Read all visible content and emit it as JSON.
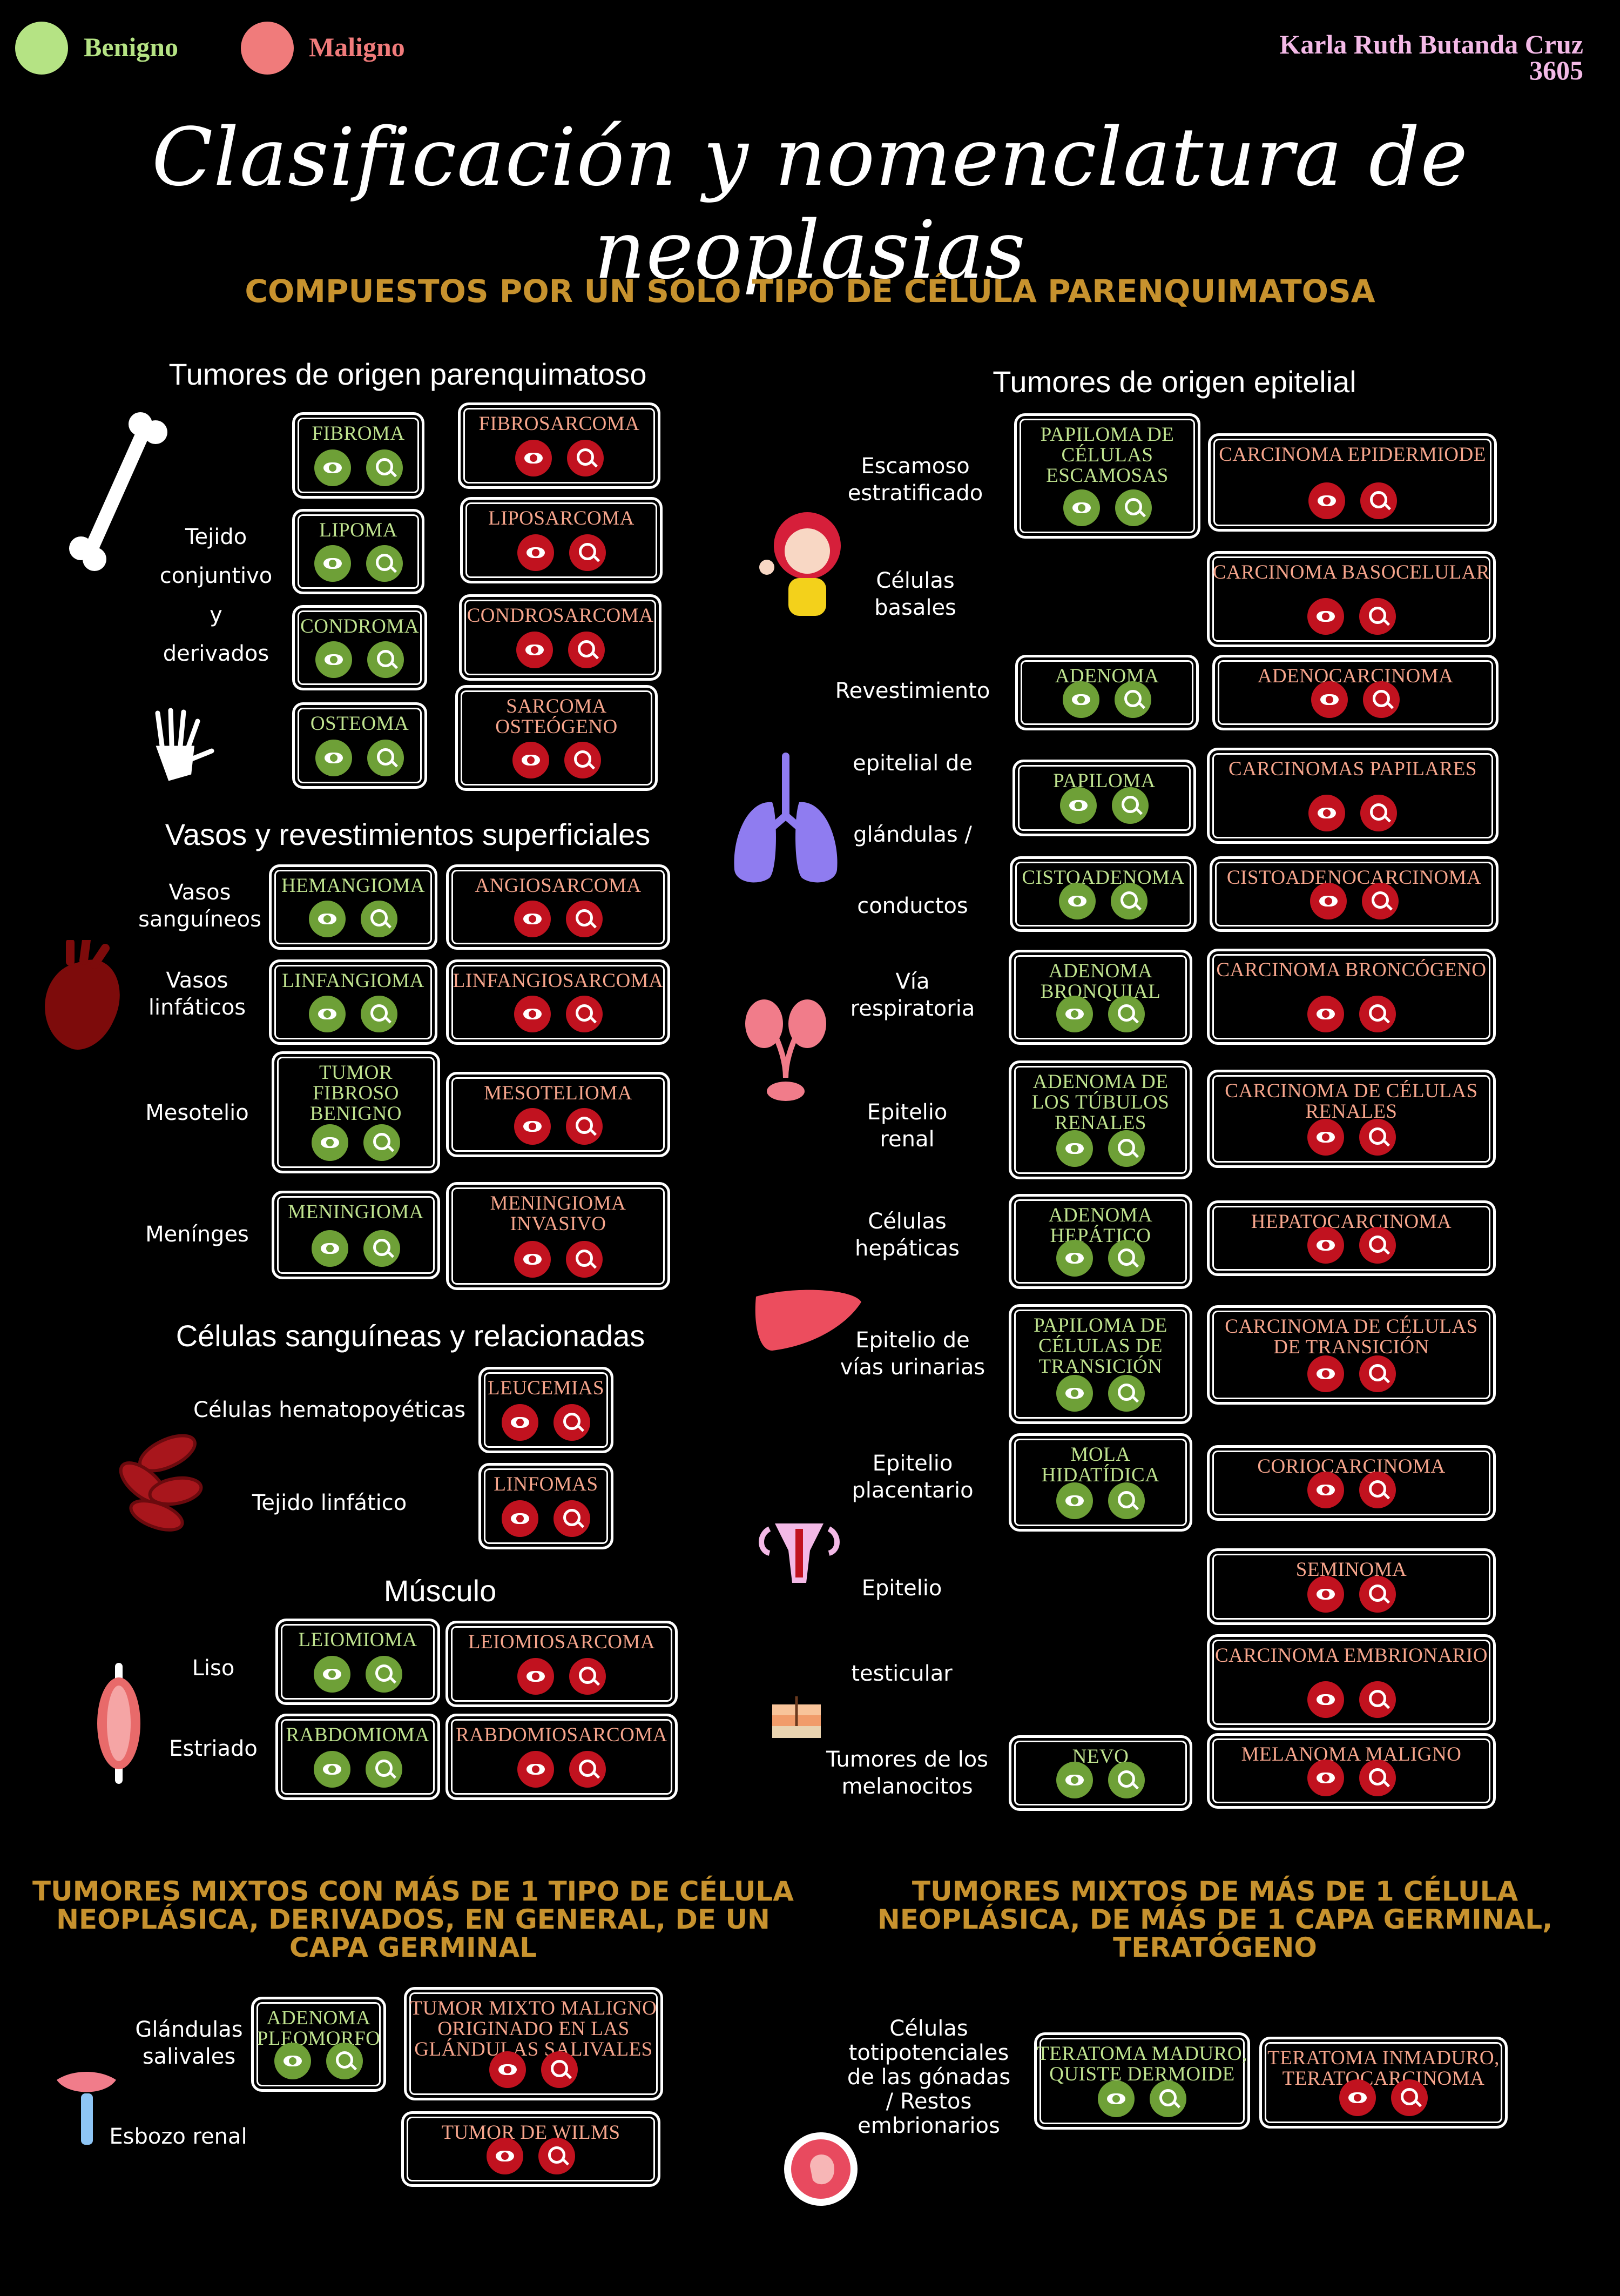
{
  "legend": {
    "benign": "Benigno",
    "malignant": "Maligno",
    "benign_color": "#b5e384",
    "malignant_color": "#f07b7b"
  },
  "author": {
    "name": "Karla Ruth Butanda Cruz",
    "id": "3605"
  },
  "title": "Clasificación y nomenclatura de neoplasias",
  "headings": {
    "single_type": "COMPUESTOS POR UN SOLO TIPO DE CÉLULA PARENQUIMATOSA",
    "mixed_one_layer": "TUMORES MIXTOS CON MÁS DE 1 TIPO DE CÉLULA NEOPLÁSICA, DERIVADOS, EN GENERAL, DE UN CAPA GERMINAL",
    "mixed_multi_layer": "TUMORES MIXTOS DE MÁS DE 1 CÉLULA NEOPLÁSICA, DE MÁS DE 1 CAPA GERMINAL, TERATÓGENO"
  },
  "sections": {
    "parenquimatoso": "Tumores de origen parenquimatoso",
    "vasos": "Vasos y revestimientos superficiales",
    "sanguineas": "Células sanguíneas y relacionadas",
    "musculo": "Músculo",
    "epitelial": "Tumores de origen epitelial"
  },
  "labels": {
    "tejido_1": "Tejido",
    "tejido_2": "conjuntivo",
    "tejido_3": "y",
    "tejido_4": "derivados",
    "vasos_sang_1": "Vasos",
    "vasos_sang_2": "sanguíneos",
    "vasos_linf_1": "Vasos",
    "vasos_linf_2": "linfáticos",
    "mesotelio": "Mesotelio",
    "meninges": "Menínges",
    "hemato": "Células hematopoyéticas",
    "linfatico": "Tejido linfático",
    "liso": "Liso",
    "estriado": "Estriado",
    "escamoso_1": "Escamoso",
    "escamoso_2": "estratificado",
    "basales_1": "Células",
    "basales_2": "basales",
    "revest_1": "Revestimiento",
    "revest_2": "epitelial de",
    "revest_3": "glándulas /",
    "revest_4": "conductos",
    "via_1": "Vía",
    "via_2": "respiratoria",
    "renal_1": "Epitelio",
    "renal_2": "renal",
    "hep_1": "Células",
    "hep_2": "hepáticas",
    "uri_1": "Epitelio de",
    "uri_2": "vías urinarias",
    "plac_1": "Epitelio",
    "plac_2": "placentario",
    "test_1": "Epitelio",
    "test_2": "testicular",
    "mel_1": "Tumores de los",
    "mel_2": "melanocitos",
    "glandulas_1": "Glándulas",
    "glandulas_2": "salivales",
    "esbozo": "Esbozo renal",
    "toti_1": "Células",
    "toti_2": "totipotenciales",
    "toti_3": "de las gónadas",
    "toti_4": "/ Restos",
    "toti_5": "embrionarios"
  },
  "cards": {
    "fibroma": "FIBROMA",
    "fibrosarcoma": "FIBROSARCOMA",
    "lipoma": "LIPOMA",
    "liposarcoma": "LIPOSARCOMA",
    "condroma": "CONDROMA",
    "condrosarcoma": "CONDROSARCOMA",
    "osteoma": "OSTEOMA",
    "sarcoma_osteogeno": "SARCOMA OSTEÓGENO",
    "hemangioma": "HEMANGIOMA",
    "angiosarcoma": "ANGIOSARCOMA",
    "linfangioma": "LINFANGIOMA",
    "linfangiosarcoma": "LINFANGIOSARCOMA",
    "tumor_fibroso": "TUMOR FIBROSO BENIGNO",
    "mesotelioma": "MESOTELIOMA",
    "meningioma": "MENINGIOMA",
    "meningioma_invasivo": "MENINGIOMA INVASIVO",
    "leucemias": "LEUCEMIAS",
    "linfomas": "LINFOMAS",
    "leiomioma": "LEIOMIOMA",
    "leiomiosarcoma": "LEIOMIOSARCOMA",
    "rabdomioma": "RABDOMIOMA",
    "rabdomiosarcoma": "RABDOMIOSARCOMA",
    "papiloma_escamosas": "PAPILOMA DE CÉLULAS ESCAMOSAS",
    "carcinoma_epidermoide": "CARCINOMA EPIDERMIODE",
    "carcinoma_basocelular": "CARCINOMA BASOCELULAR",
    "adenoma": "ADENOMA",
    "adenocarcinoma": "ADENOCARCINOMA",
    "papiloma": "PAPILOMA",
    "carcinomas_papilares": "CARCINOMAS PAPILARES",
    "cistoadenoma": "CISTOADENOMA",
    "cistoadenocarcinoma": "CISTOADENOCARCINOMA",
    "adenoma_bronquial": "ADENOMA BRONQUIAL",
    "carcinoma_broncogeno": "CARCINOMA BRONCÓGENO",
    "adenoma_tubulos": "ADENOMA DE LOS TÚBULOS RENALES",
    "carcinoma_renales": "CARCINOMA DE CÉLULAS RENALES",
    "adenoma_hepatico": "ADENOMA HEPÁTICO",
    "hepatocarcinoma": "HEPATOCARCINOMA",
    "papiloma_transicion": "PAPILOMA DE CÉLULAS DE TRANSICIÓN",
    "carcinoma_transicion": "CARCINOMA DE CÉLULAS DE TRANSICIÓN",
    "mola": "MOLA HIDATÍDICA",
    "coriocarcinoma": "CORIOCARCINOMA",
    "seminoma": "SEMINOMA",
    "carcinoma_embrionario": "CARCINOMA EMBRIONARIO",
    "nevo": "NEVO",
    "melanoma": "MELANOMA MALIGNO",
    "adenoma_pleomorfo": "ADENOMA PLEOMORFO",
    "tumor_mixto_maligno": "TUMOR MIXTO MALIGNO ORIGINADO EN LAS GLÁNDULAS SALIVALES",
    "tumor_wilms": "TUMOR DE WILMS",
    "teratoma_maduro": "TERATOMA MADURO, QUISTE DERMOIDE",
    "teratoma_inmaduro": "TERATOMA INMADURO, TERATOCARCINOMA"
  },
  "colors": {
    "background": "#000000",
    "heading_gold": "#c7922e",
    "benign_text": "#bfe38f",
    "malignant_text": "#f6a58c",
    "benign_button": "#6ea037",
    "malignant_button": "#c1121f",
    "author": "#f3b9e6"
  }
}
